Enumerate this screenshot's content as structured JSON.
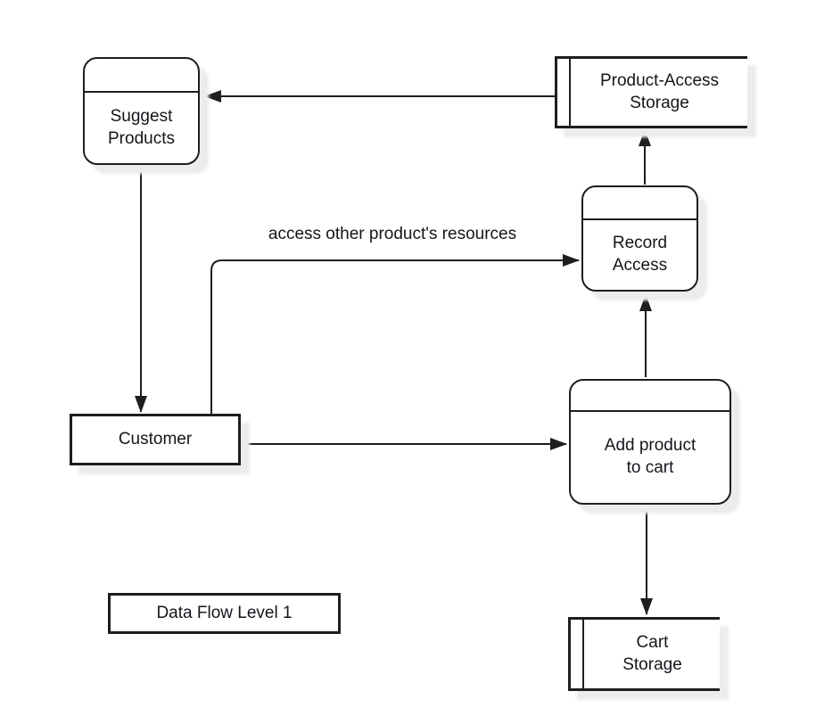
{
  "diagram": {
    "type": "data-flow-diagram",
    "caption": "Data Flow Level 1",
    "nodes": {
      "suggest_products": {
        "type": "process",
        "label": "Suggest\nProducts"
      },
      "product_access_storage": {
        "type": "data-store",
        "label": "Product-Access\nStorage"
      },
      "record_access": {
        "type": "process",
        "label": "Record\nAccess"
      },
      "customer": {
        "type": "external-entity",
        "label": "Customer"
      },
      "add_product_to_cart": {
        "type": "process",
        "label": "Add product\nto cart"
      },
      "cart_storage": {
        "type": "data-store",
        "label": "Cart\nStorage"
      }
    },
    "edges": {
      "customer_to_record_access_label": "access other product's resources"
    },
    "colors": {
      "stroke": "#1e1e1e",
      "text": "#15151c",
      "background": "#ffffff",
      "shadow": "#ececec"
    }
  }
}
